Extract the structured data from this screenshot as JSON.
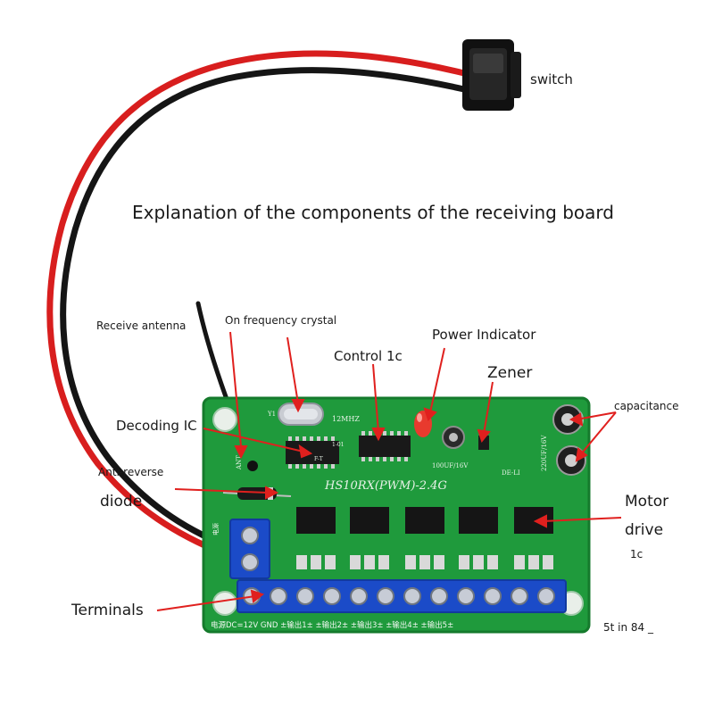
{
  "title": "Explanation of the components of the receiving board",
  "labels": {
    "switch": "switch",
    "receive_antenna": "Receive antenna",
    "crystal": "On frequency crystal",
    "power_indicator": "Power Indicator",
    "control_ic": "Control 1c",
    "zener": "Zener",
    "decoding_ic": "Decoding IC",
    "capacitance": "capacitance",
    "anti_reverse": "Anti-reverse",
    "diode": "diode",
    "motor": "Motor",
    "drive": "drive",
    "motor_ic": "1c",
    "terminals": "Terminals",
    "footnote": "5t in 84 _"
  },
  "board": {
    "model": "HS10RX(PWM)-2.4G",
    "crystal_marking": "12MHZ",
    "y1": "Y1",
    "ant": "ANT",
    "cap_100": "100UF/16V",
    "cap_220": "220UF/16V",
    "de_li": "DE-LI",
    "bottom_silk": "电源DC=12V  GND  ±输出1±  ±输出2±  ±输出3±  ±输出4±  ±输出5±",
    "power_jack": "电源",
    "resistor_code": "1-01",
    "ic_code": "F-T"
  },
  "colors": {
    "pcb": "#1f9a3c",
    "pcb_dark": "#157a2c",
    "terminal_blue": "#1b4bc8",
    "wire_red": "#d81e1e",
    "wire_black": "#151515",
    "annotation_red": "#e0201e"
  }
}
